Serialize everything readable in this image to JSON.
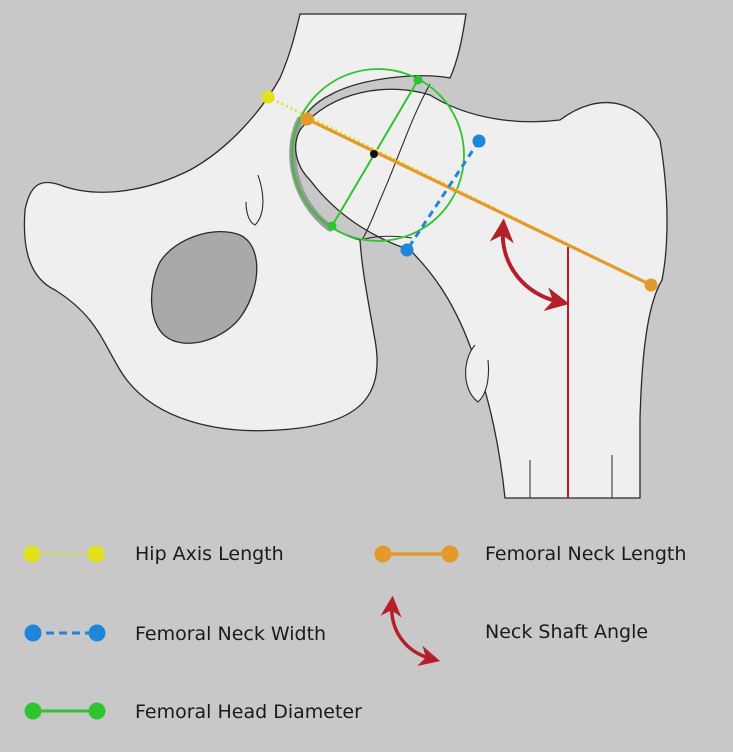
{
  "colors": {
    "background": "#c8c8c8",
    "bone_fill": "#efefef",
    "bone_stroke": "#2a2a2a",
    "hip_axis_length": "#e3e01c",
    "femoral_neck_length": "#e39a2a",
    "femoral_neck_width": "#1f86d9",
    "femoral_head_diameter": "#2fc42f",
    "neck_shaft_angle": "#b51f2a"
  },
  "legend": {
    "hip_axis_length": "Hip Axis Length",
    "femoral_neck_length": "Femoral Neck Length",
    "femoral_neck_width": "Femoral Neck Width",
    "neck_shaft_angle": "Neck Shaft Angle",
    "femoral_head_diameter": "Femoral Head Diameter"
  },
  "line_styles": {
    "hip_axis_length": "dotted",
    "femoral_neck_length": "solid",
    "femoral_neck_width": "dashed",
    "femoral_head_diameter": "solid",
    "neck_shaft_angle": "double-arrow"
  }
}
